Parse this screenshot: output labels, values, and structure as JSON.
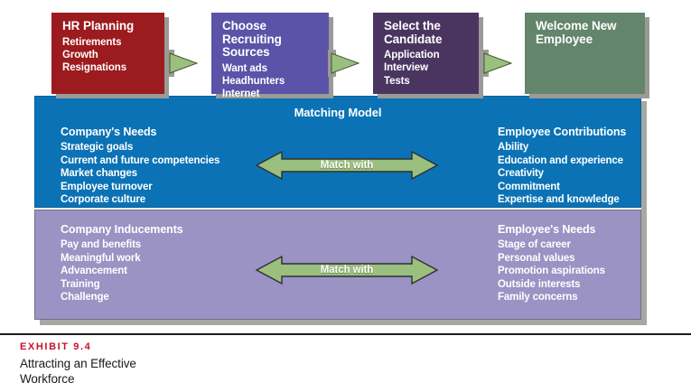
{
  "process": {
    "steps": [
      {
        "title": "HR Planning",
        "items": [
          "Retirements",
          "Growth",
          "Resignations"
        ],
        "color": "#9B1B1E"
      },
      {
        "title": "Choose Recruiting Sources",
        "items": [
          "Want ads",
          "Headhunters",
          "Internet"
        ],
        "color": "#5A53A8"
      },
      {
        "title": "Select the Candidate",
        "items": [
          "Application",
          "Interview",
          "Tests"
        ],
        "color": "#4A3560"
      },
      {
        "title": "Welcome New Employee",
        "items": [],
        "color": "#63856B"
      }
    ],
    "connector_icon": "arrow-right-icon",
    "connector_color": "#9ABF7E"
  },
  "matching_model": {
    "title": "Matching Model",
    "bands": [
      {
        "background": "#0B72B5",
        "left": {
          "heading": "Company's Needs",
          "items": [
            "Strategic goals",
            "Current and future competencies",
            "Market changes",
            "Employee turnover",
            "Corporate culture"
          ]
        },
        "right": {
          "heading": "Employee Contributions",
          "items": [
            "Ability",
            "Education and experience",
            "Creativity",
            "Commitment",
            "Expertise and knowledge"
          ]
        },
        "arrow_label": "Match with"
      },
      {
        "background": "#9A93C4",
        "left": {
          "heading": "Company Inducements",
          "items": [
            "Pay and benefits",
            "Meaningful work",
            "Advancement",
            "Training",
            "Challenge"
          ]
        },
        "right": {
          "heading": "Employee's Needs",
          "items": [
            "Stage of career",
            "Personal values",
            "Promotion aspirations",
            "Outside interests",
            "Family concerns"
          ]
        },
        "arrow_label": "Match with"
      }
    ],
    "arrow_icon": "double-arrow-icon",
    "arrow_color": "#9ABF7E"
  },
  "caption": {
    "exhibit_label": "EXHIBIT 9.4",
    "title_line1": "Attracting an Effective",
    "title_line2": "Workforce",
    "accent_color": "#C8102E"
  }
}
